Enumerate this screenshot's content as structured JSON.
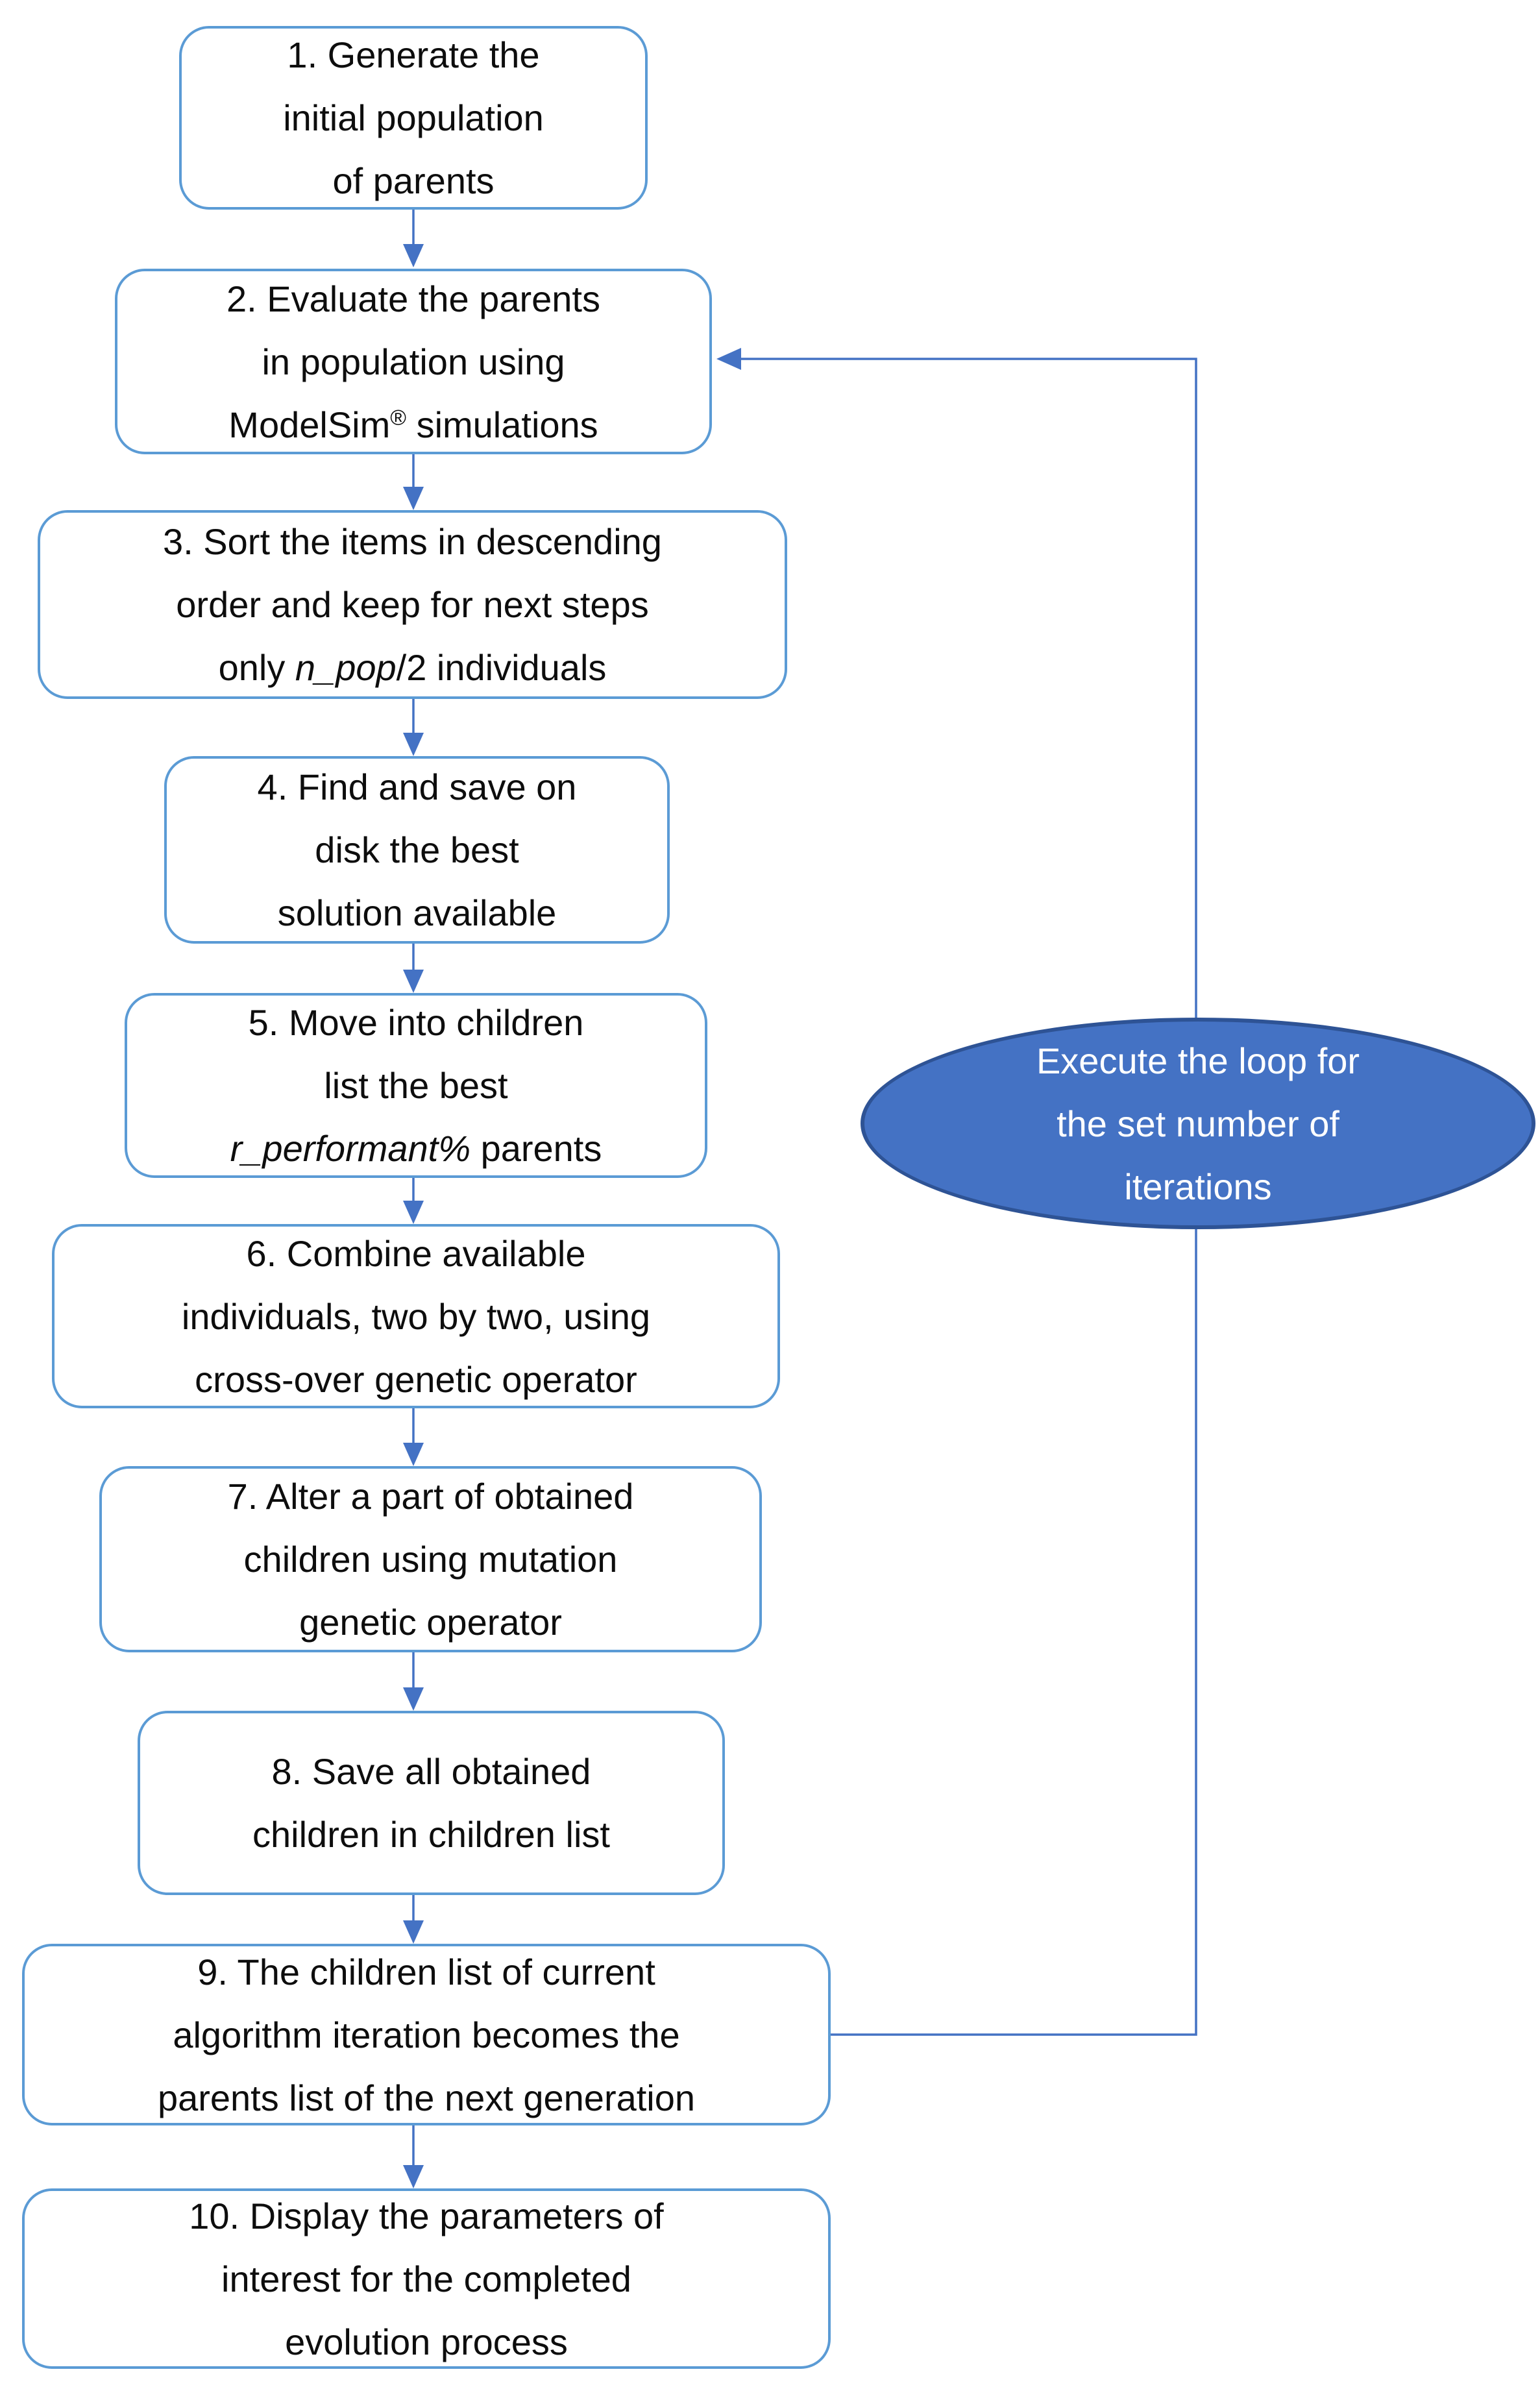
{
  "diagram": {
    "type": "flowchart",
    "title": "Genetic algorithm evolution process flowchart",
    "colors": {
      "box_border": "#5B9BD5",
      "box_fill": "#FFFFFF",
      "box_text": "#0d0d0d",
      "connector": "#4472C4",
      "ellipse_fill": "#4472C4",
      "ellipse_border": "#2E5395",
      "ellipse_text": "#FFFFFF",
      "page_bg": "#FFFFFF"
    },
    "boxes": [
      {
        "id": "step-1",
        "lines": [
          [
            {
              "t": "1. Generate the"
            }
          ],
          [
            {
              "t": "initial population"
            }
          ],
          [
            {
              "t": "of parents"
            }
          ]
        ]
      },
      {
        "id": "step-2",
        "lines": [
          [
            {
              "t": "2. Evaluate the parents"
            }
          ],
          [
            {
              "t": "in population using"
            }
          ],
          [
            {
              "t": "ModelSim"
            },
            {
              "t": "®",
              "s": true
            },
            {
              "t": " simulations"
            }
          ]
        ]
      },
      {
        "id": "step-3",
        "lines": [
          [
            {
              "t": "3. Sort the items in descending"
            }
          ],
          [
            {
              "t": "order and keep for next steps"
            }
          ],
          [
            {
              "t": "only "
            },
            {
              "t": "n_pop",
              "i": true
            },
            {
              "t": "/2 individuals"
            }
          ]
        ]
      },
      {
        "id": "step-4",
        "lines": [
          [
            {
              "t": "4. Find and save on"
            }
          ],
          [
            {
              "t": "disk the best"
            }
          ],
          [
            {
              "t": "solution available"
            }
          ]
        ]
      },
      {
        "id": "step-5",
        "lines": [
          [
            {
              "t": "5. Move into children"
            }
          ],
          [
            {
              "t": "list the best"
            }
          ],
          [
            {
              "t": "r_performant%",
              "i": true
            },
            {
              "t": " parents"
            }
          ]
        ]
      },
      {
        "id": "step-6",
        "lines": [
          [
            {
              "t": "6. Combine available"
            }
          ],
          [
            {
              "t": "individuals, two by two, using"
            }
          ],
          [
            {
              "t": "cross-over genetic operator"
            }
          ]
        ]
      },
      {
        "id": "step-7",
        "lines": [
          [
            {
              "t": "7. Alter a part of obtained"
            }
          ],
          [
            {
              "t": "children using mutation"
            }
          ],
          [
            {
              "t": "genetic operator"
            }
          ]
        ]
      },
      {
        "id": "step-8",
        "lines": [
          [
            {
              "t": "8. Save all obtained"
            }
          ],
          [
            {
              "t": "children in children list"
            }
          ]
        ]
      },
      {
        "id": "step-9",
        "lines": [
          [
            {
              "t": "9. The children list of current"
            }
          ],
          [
            {
              "t": "algorithm iteration becomes the"
            }
          ],
          [
            {
              "t": "parents list of the next generation"
            }
          ]
        ]
      },
      {
        "id": "step-10",
        "lines": [
          [
            {
              "t": "10. Display the parameters of"
            }
          ],
          [
            {
              "t": "interest for the completed"
            }
          ],
          [
            {
              "t": "evolution process"
            }
          ]
        ]
      }
    ],
    "loop_label": {
      "lines": [
        [
          {
            "t": "Execute the loop for"
          }
        ],
        [
          {
            "t": "the set number of"
          }
        ],
        [
          {
            "t": "iterations"
          }
        ]
      ]
    }
  }
}
